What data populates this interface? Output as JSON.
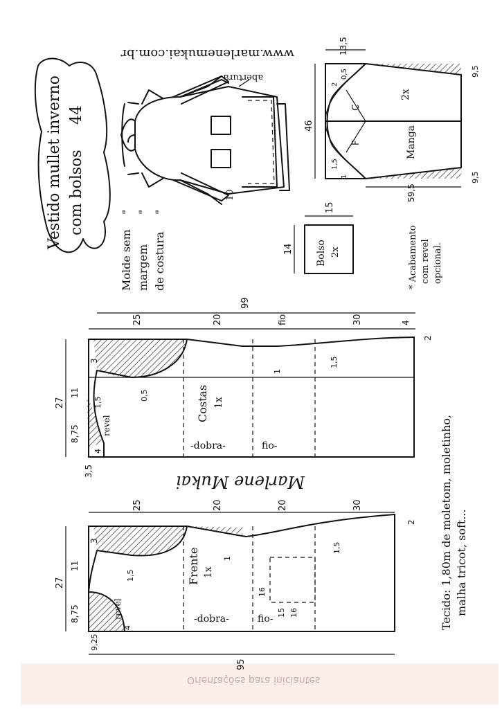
{
  "title": {
    "line1": "Vestido mullet inverno",
    "line2": "com bolsos",
    "size": "44"
  },
  "website": "www.marlenemukai.com.br",
  "note_mold": [
    "Molde sem",
    "margem",
    "de costura"
  ],
  "note_ditto": "\"",
  "pocket": {
    "label": "Bolso",
    "count": "2x",
    "width": "14",
    "height": "15"
  },
  "finish_note": [
    "* Acabamento",
    "com revel",
    "opcional."
  ],
  "fabric_note": [
    "Tecido: 1,80m de moletom, moletinho,",
    "malha tricot, soft..."
  ],
  "signature": "Marlene Mukai",
  "sketch": {
    "abertura": "abertura",
    "cuff": "10"
  },
  "sleeve": {
    "label": "Manga",
    "count": "2x",
    "length": "59,5",
    "cap_height": "13,5",
    "width": "46",
    "top_margin": "9,5",
    "bottom_margin": "9,5",
    "zone_c": "C",
    "zone_f": "F",
    "curve_dims": [
      "0,5",
      "2",
      "1,5",
      "1"
    ]
  },
  "back": {
    "label": "Costas",
    "count": "1x",
    "total_length": "99",
    "seg_armhole": "25",
    "seg_mid1": "20",
    "seg_mid2": "fio",
    "seg_hem": "30",
    "hem_drop": "4",
    "hem_side": "2",
    "width": "27",
    "shoulder": "11",
    "neck_depth": "8,75",
    "neck_front": "3,5",
    "armhole_top": "3",
    "armhole_curve": "0,5",
    "side_1": "1",
    "side_15": "1,5",
    "neck_small": "4",
    "neck_small2": "1,5",
    "revel": "revel",
    "fold": "-dobra-",
    "grain": "fio-"
  },
  "front": {
    "label": "Frente",
    "count": "1x",
    "total_length": "95",
    "seg_armhole": "25",
    "seg_mid1": "20",
    "seg_mid2": "20",
    "seg_hem": "30",
    "hem_side": "2",
    "width": "27",
    "shoulder": "11",
    "neck_depth": "8,75",
    "neck_front": "9,25",
    "armhole_top": "3",
    "armhole_curve": "1,5",
    "side_1": "1",
    "side_15": "1,5",
    "neck_small": "4",
    "pocket_dims": [
      "16",
      "15",
      "16"
    ],
    "revel": "revel",
    "fold": "-dobra-",
    "grain": "fio-"
  },
  "footer_text": "Orientações para iniciantes"
}
